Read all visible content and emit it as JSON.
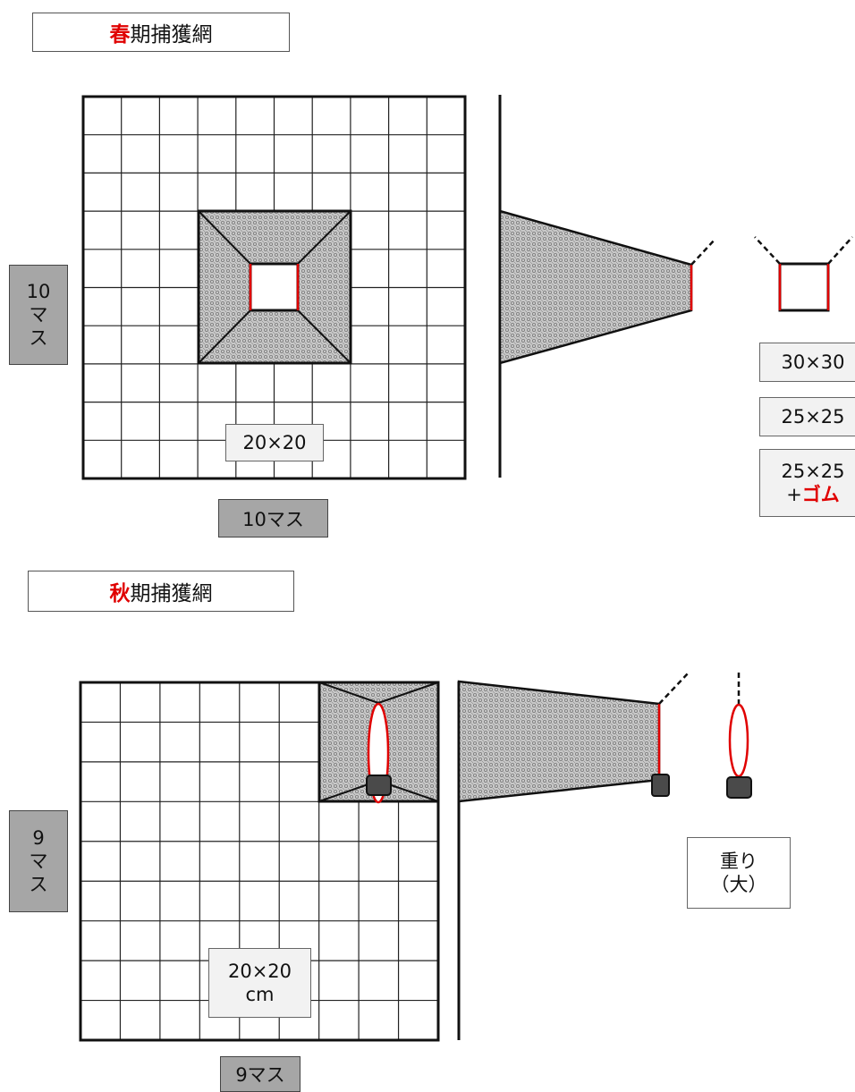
{
  "spring": {
    "title_accent": "春",
    "title_rest": "期捕獲網",
    "rows_label": {
      "num": "10",
      "line1": "マ",
      "line2": "ス"
    },
    "cols_label": "10マス",
    "mesh_label": "20×20",
    "hole_sizes": [
      {
        "line1": "30×30"
      },
      {
        "line1": "25×25"
      },
      {
        "line1": "25×25",
        "prefix": "+",
        "accent": "ゴム"
      }
    ]
  },
  "autumn": {
    "title_accent": "秋",
    "title_rest": "期捕獲網",
    "rows_label": {
      "num": "9",
      "line1": "マ",
      "line2": "ス"
    },
    "cols_label": "9マス",
    "mesh_label": {
      "line1": "20×20",
      "line2": "cm"
    },
    "weight_label": {
      "line1": "重り",
      "line2": "（大）"
    }
  },
  "colors": {
    "accent": "#e00000",
    "gray_label": "#a6a6a6",
    "label_bg": "#f2f2f2",
    "net_fill": "#bdbdbd",
    "weight": "#4a4a4a"
  }
}
